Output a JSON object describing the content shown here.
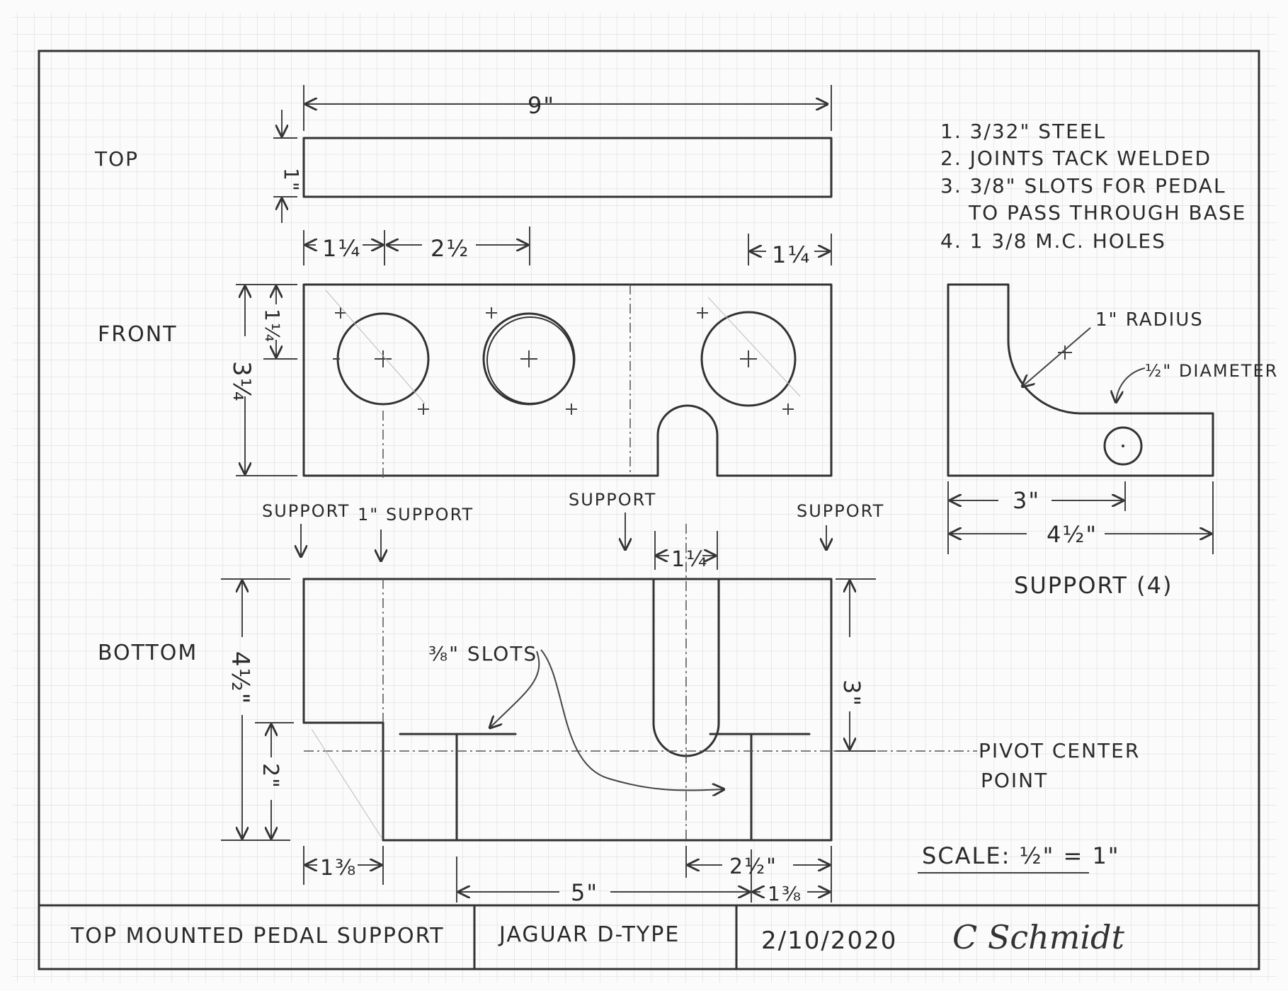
{
  "views": {
    "top": "TOP",
    "front": "FRONT",
    "bottom": "BOTTOM"
  },
  "dims": {
    "overall_width": "9\"",
    "top_thickness": "1\"",
    "front_left": "1¼",
    "front_mid": "2½",
    "front_right": "1¼",
    "front_height": "3¼",
    "front_hole_offset": "1¼",
    "slot_width": "1¼",
    "bottom_height": "4½\"",
    "bottom_lower": "2\"",
    "bottom_right_3": "3\"",
    "bottom_left_13_8": "1⅜",
    "bottom_5": "5\"",
    "bottom_2_5": "2½\"",
    "bottom_right_13_8": "1⅜",
    "support_3": "3\"",
    "support_4_5": "4½\""
  },
  "labels": {
    "support_a": "SUPPORT",
    "support_b": "1\" SUPPORT",
    "support_c": "SUPPORT",
    "support_d": "SUPPORT",
    "slots": "⅜\" SLOTS",
    "pivot_1": "PIVOT CENTER",
    "pivot_2": "POINT",
    "radius": "1\" RADIUS",
    "diameter": "½\" DIAMETER",
    "support_caption": "SUPPORT (4)",
    "scale": "SCALE: ½\" = 1\""
  },
  "notes": [
    "1. 3/32\" STEEL",
    "2. JOINTS TACK WELDED",
    "3. 3/8\" SLOTS FOR PEDAL",
    "TO PASS THROUGH BASE",
    "4. 1 3/8 M.C. HOLES"
  ],
  "title_block": {
    "title": "TOP MOUNTED  PEDAL SUPPORT",
    "project": "JAGUAR D-TYPE",
    "date": "2/10/2020",
    "author": "C Schmidt"
  }
}
